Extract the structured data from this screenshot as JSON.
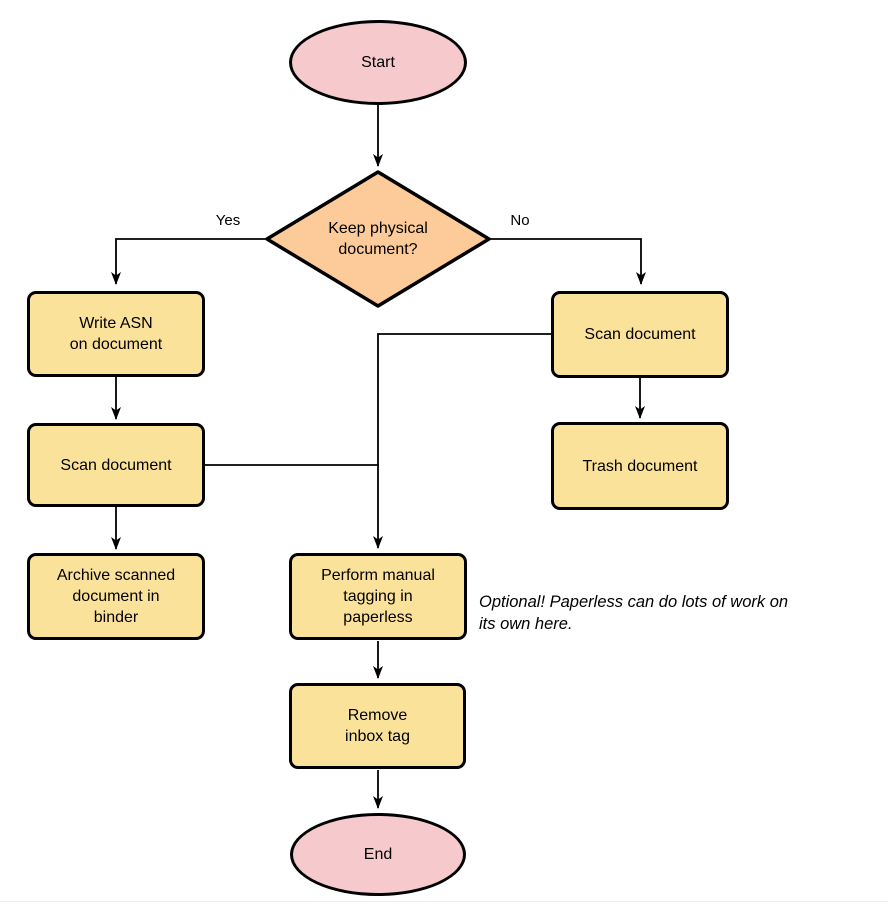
{
  "diagram": {
    "type": "flowchart",
    "nodes": {
      "start": {
        "label": "Start",
        "shape": "ellipse"
      },
      "decision": {
        "label": "Keep physical\ndocument?",
        "shape": "diamond"
      },
      "write_asn": {
        "label": "Write ASN\non document",
        "shape": "rounded-rect"
      },
      "scan_left": {
        "label": "Scan document",
        "shape": "rounded-rect"
      },
      "archive": {
        "label": "Archive scanned\ndocument in\nbinder",
        "shape": "rounded-rect"
      },
      "scan_right": {
        "label": "Scan document",
        "shape": "rounded-rect"
      },
      "trash": {
        "label": "Trash document",
        "shape": "rounded-rect"
      },
      "tagging": {
        "label": "Perform manual\ntagging in\npaperless",
        "shape": "rounded-rect"
      },
      "remove_inbox": {
        "label": "Remove\ninbox tag",
        "shape": "rounded-rect"
      },
      "end": {
        "label": "End",
        "shape": "ellipse"
      }
    },
    "edge_labels": {
      "yes": "Yes",
      "no": "No"
    },
    "annotation": {
      "text": "Optional! Paperless can do lots of work on\nits own here."
    },
    "colors": {
      "terminal_fill": "#f6cacc",
      "decision_fill": "#fdcb99",
      "process_fill": "#fbe29b",
      "stroke": "#000000"
    }
  }
}
